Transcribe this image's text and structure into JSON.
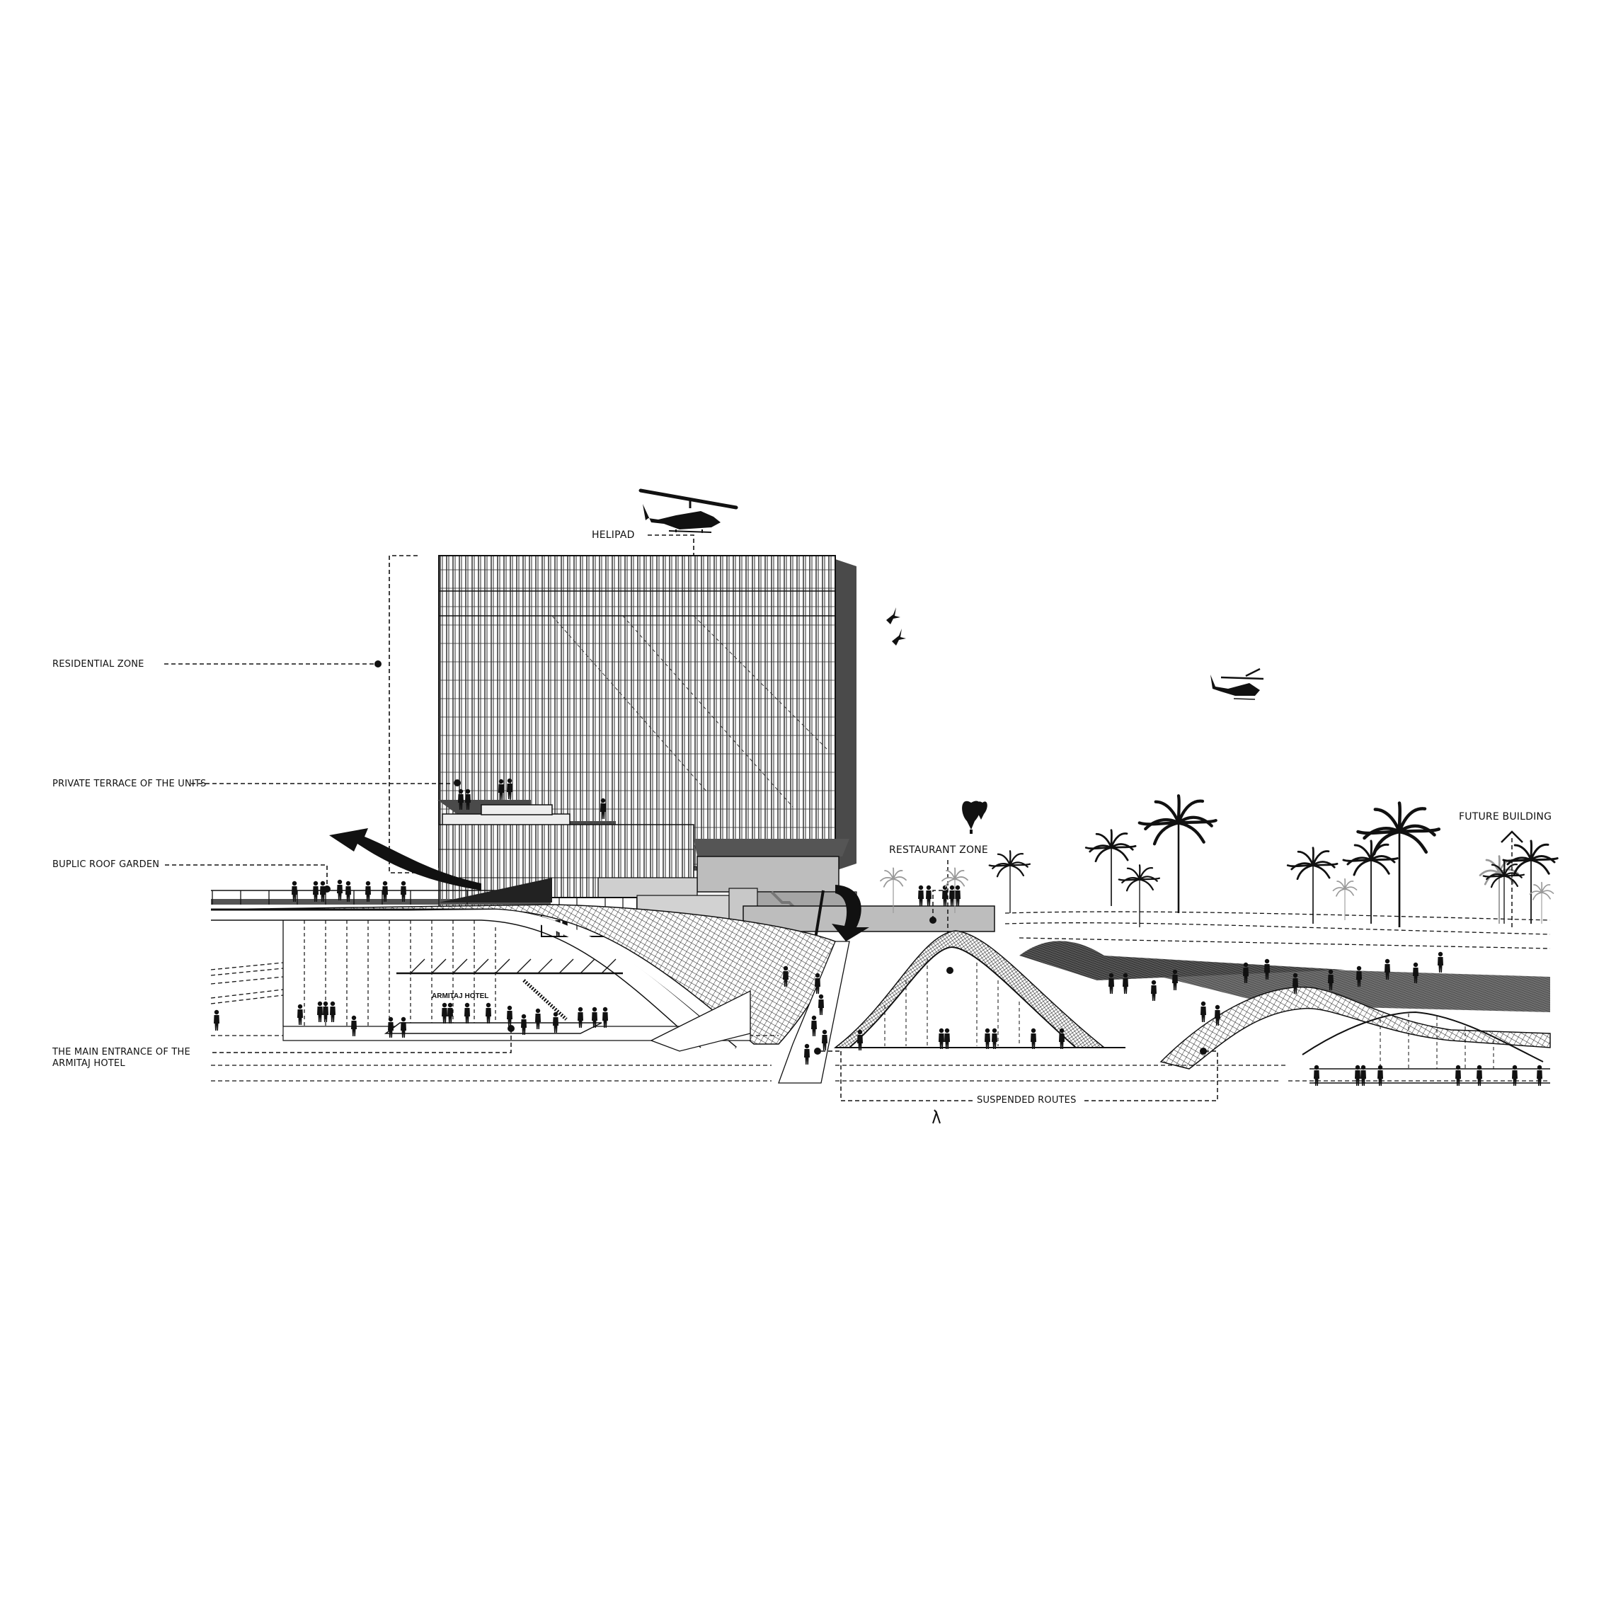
{
  "diagram": {
    "type": "architectural section perspective",
    "subject": "Armitaj Hotel complex"
  },
  "labels": {
    "helipad": "HELIPAD",
    "residential_zone": "RESIDENTIAL ZONE",
    "private_terrace": "PRIVATE TERRACE OF THE UNITS",
    "public_roof_garden": "BUPLIC ROOF GARDEN",
    "main_entrance_line1": "THE MAIN ENTRANCE OF THE",
    "main_entrance_line2": "ARMITAJ HOTEL",
    "restaurant_zone": "RESTAURANT ZONE",
    "future_building": "FUTURE BUILDING",
    "suspended_routes": "SUSPENDED ROUTES",
    "hotel_sign": "ARMITAJ HOTEL"
  },
  "icons": {
    "helicopter_large": "helicopter-icon",
    "helicopter_small": "helicopter-icon",
    "birds": "bird-icon",
    "balloon": "heart-balloon-icon",
    "palm": "palm-tree-icon",
    "arrow_up": "arrow-up-icon",
    "north": "lambda-marker-icon"
  },
  "colors": {
    "ink": "#111111",
    "mid_gray": "#9a9a9a",
    "light_gray": "#cfcfcf",
    "dark_gray": "#4a4a4a",
    "background": "#ffffff"
  }
}
